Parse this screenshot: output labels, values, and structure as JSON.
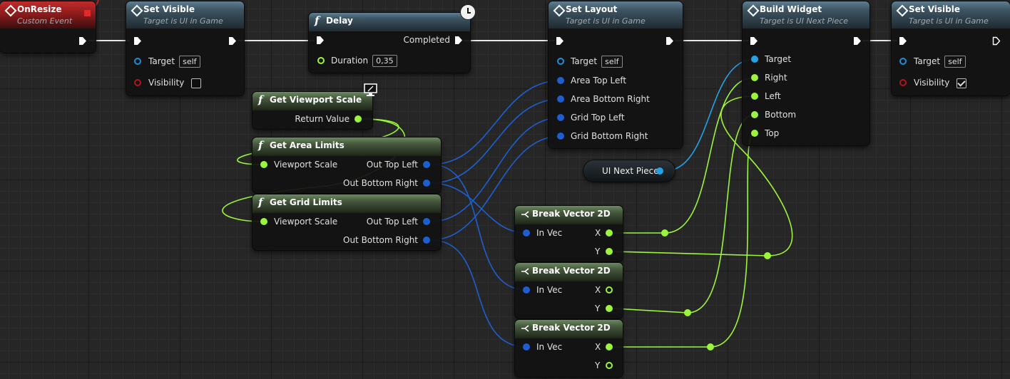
{
  "nodes": {
    "on_resize": {
      "title": "OnResize",
      "subtitle": "Custom Event"
    },
    "set_visible_1": {
      "title": "Set Visible",
      "subtitle": "Target is UI in Game",
      "target_label": "Target",
      "target_value": "self",
      "visibility_label": "Visibility",
      "visibility_checked": false
    },
    "delay": {
      "title": "Delay",
      "completed_label": "Completed",
      "duration_label": "Duration",
      "duration_value": "0,35"
    },
    "set_layout": {
      "title": "Set Layout",
      "subtitle": "Target is UI in Game",
      "target_label": "Target",
      "target_value": "self",
      "pins": [
        "Area Top Left",
        "Area Bottom Right",
        "Grid Top Left",
        "Grid Bottom Right"
      ]
    },
    "build_widget": {
      "title": "Build Widget",
      "subtitle": "Target is UI Next Piece",
      "pins": [
        "Target",
        "Right",
        "Left",
        "Bottom",
        "Top"
      ]
    },
    "set_visible_2": {
      "title": "Set Visible",
      "subtitle": "Target is UI in Game",
      "target_label": "Target",
      "target_value": "self",
      "visibility_label": "Visibility",
      "visibility_checked": true
    },
    "get_viewport_scale": {
      "title": "Get Viewport Scale",
      "return_label": "Return Value"
    },
    "get_area_limits": {
      "title": "Get Area Limits",
      "input_label": "Viewport Scale",
      "out_top_left": "Out Top Left",
      "out_bottom_right": "Out Bottom Right"
    },
    "get_grid_limits": {
      "title": "Get Grid Limits",
      "input_label": "Viewport Scale",
      "out_top_left": "Out Top Left",
      "out_bottom_right": "Out Bottom Right"
    },
    "ui_next_piece": {
      "label": "UI Next Piece"
    },
    "break_vector_1": {
      "title": "Break Vector 2D",
      "in_label": "In Vec",
      "x_label": "X",
      "y_label": "Y"
    },
    "break_vector_2": {
      "title": "Break Vector 2D",
      "in_label": "In Vec",
      "x_label": "X",
      "y_label": "Y"
    },
    "break_vector_3": {
      "title": "Break Vector 2D",
      "in_label": "In Vec",
      "x_label": "X",
      "y_label": "Y"
    }
  },
  "colors": {
    "exec": "#ffffff",
    "float": "#9bf53a",
    "vector": "#1d5fd1",
    "object": "#22a3e8",
    "bool": "#b01515",
    "event_header": "#8e1c1c",
    "function_header": "#45583d",
    "call_header": "#3e5563"
  },
  "icons": {
    "event": "diamond-icon",
    "call": "diamond-icon",
    "function": "function-f-icon",
    "latent": "clock-icon",
    "client_only": "monitor-icon",
    "break": "split-arrow-icon"
  }
}
